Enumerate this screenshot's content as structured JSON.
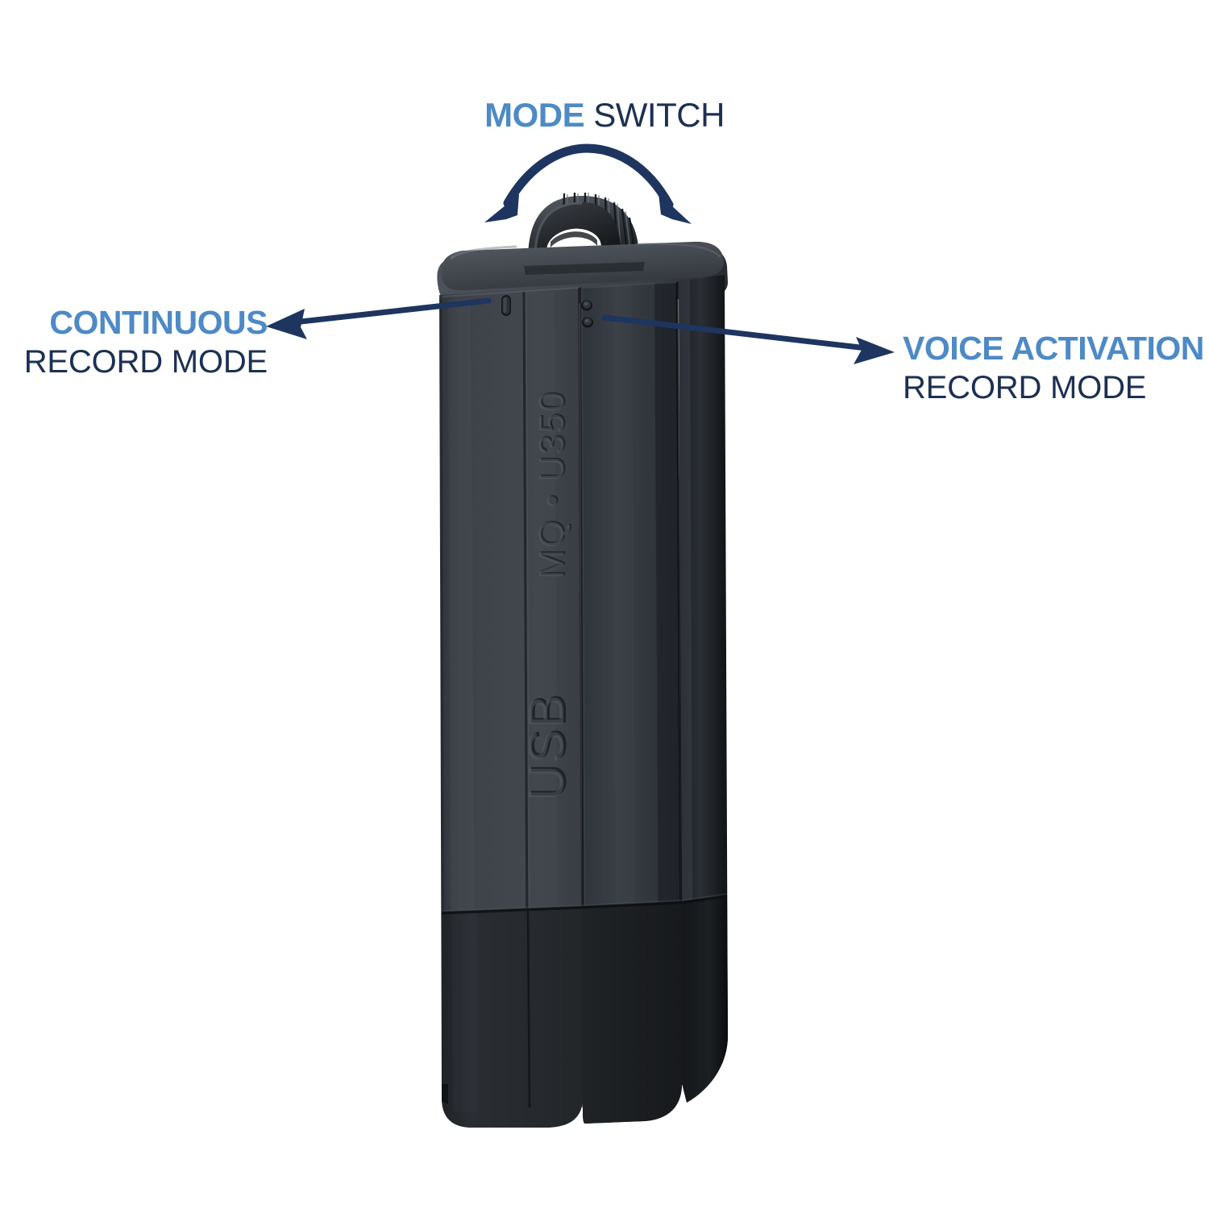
{
  "page": {
    "background_color": "#ffffff",
    "type": "product-annotation-diagram"
  },
  "palette": {
    "accent_blue": "#4d8ac6",
    "navy": "#1c3052",
    "arrow_navy": "#1e3560",
    "device_front_left": "#3d4147",
    "device_front_right": "#34383e",
    "device_side": "#202328",
    "device_cap": "#23262b",
    "device_top": "#4a4e55"
  },
  "callouts": {
    "mode_switch": {
      "accent": "MODE",
      "rest": " SWITCH",
      "icon": "rotate-double-arrow-icon"
    },
    "continuous": {
      "accent": "CONTINUOUS",
      "sub": "RECORD MODE",
      "arrow": "arrow-left-icon"
    },
    "voice_activation": {
      "accent": "VOICE ACTIVATION",
      "sub": "RECORD MODE",
      "arrow": "arrow-right-icon"
    }
  },
  "device": {
    "name": "usb-voice-recorder",
    "embossed_model": "MQ • U350",
    "embossed_port": "USB",
    "features": {
      "mode_dial": "knurled-mode-dial",
      "continuous_slot": "continuous-record-slot",
      "voice_dots": "voice-activation-dots"
    }
  }
}
